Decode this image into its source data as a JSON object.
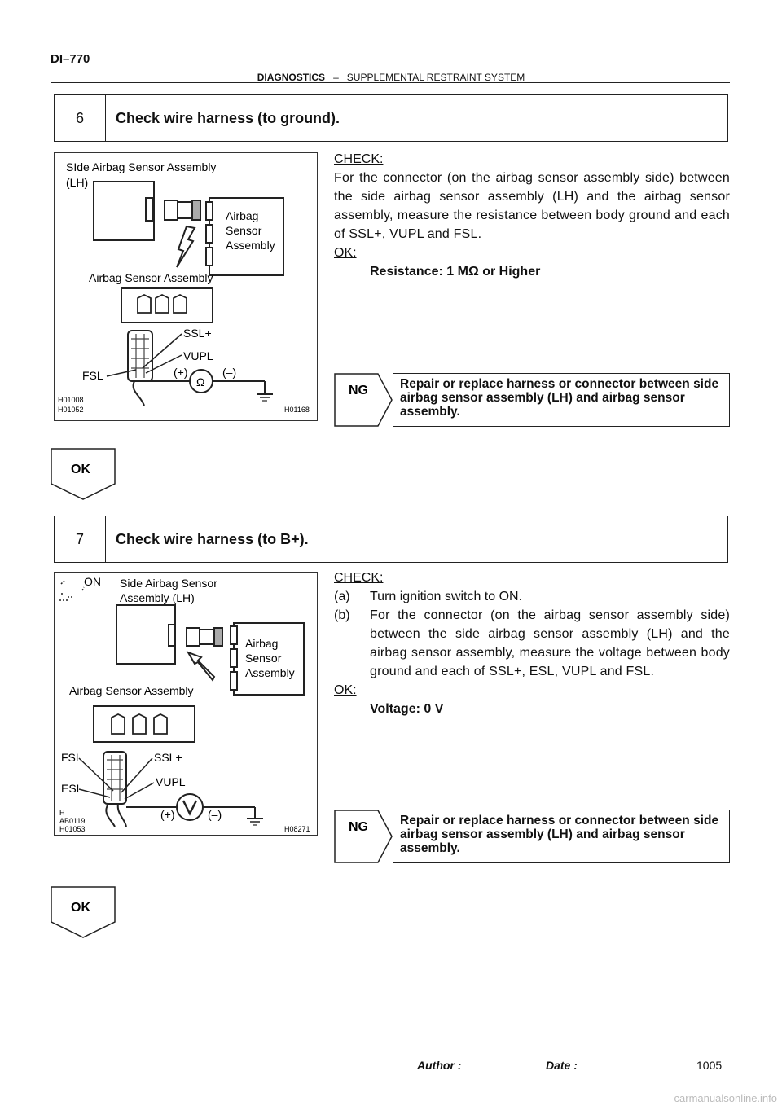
{
  "header": {
    "page_code": "DI–770",
    "section": "DIAGNOSTICS",
    "dash": "–",
    "subsection": "SUPPLEMENTAL RESTRAINT SYSTEM"
  },
  "steps": [
    {
      "number": "6",
      "title": "Check wire harness (to ground).",
      "figure": {
        "title_line1": "SIde Airbag Sensor Assembly",
        "title_line2": "(LH)",
        "airbag_label1": "Airbag",
        "airbag_label2": "Sensor",
        "airbag_label3": "Assembly",
        "connector_label": "Airbag Sensor Assembly",
        "ssl": "SSL+",
        "vupl": "VUPL",
        "fsl": "FSL",
        "plus": "(+)",
        "minus": "(–)",
        "code1": "H01008",
        "code2": "H01052",
        "code3": "H01168"
      },
      "check_label": "CHECK:",
      "check_text": "For the connector (on the airbag sensor assembly side) between the side airbag sensor assembly (LH) and the airbag sensor assembly, measure the resistance between body ground and each of SSL+, VUPL and FSL.",
      "ok_label": "OK:",
      "ok_text": "Resistance: 1 MΩ or Higher",
      "ng_label": "NG",
      "ng_text": "Repair or replace harness or connector between side airbag sensor assembly (LH) and airbag sensor assembly."
    },
    {
      "number": "7",
      "title": "Check wire harness (to B+).",
      "figure": {
        "on_label": "ON",
        "title_line1": "Side Airbag Sensor",
        "title_line2": "Assembly (LH)",
        "airbag_label1": "Airbag",
        "airbag_label2": "Sensor",
        "airbag_label3": "Assembly",
        "connector_label": "Airbag Sensor Assembly",
        "fsl": "FSL",
        "ssl": "SSL+",
        "esl": "ESL",
        "vupl": "VUPL",
        "plus": "(+)",
        "minus": "(–)",
        "code0": "H",
        "code1": "AB0119",
        "code2": "H01053",
        "code3": "H08271"
      },
      "check_label": "CHECK:",
      "items": [
        {
          "label": "(a)",
          "text": "Turn ignition switch to ON."
        },
        {
          "label": "(b)",
          "text": "For the connector (on the airbag sensor assembly side) between the side airbag sensor assembly (LH) and the airbag sensor assembly, measure the voltage between body ground and each of SSL+, ESL, VUPL and FSL."
        }
      ],
      "ok_label": "OK:",
      "ok_text": "Voltage: 0 V",
      "ng_label": "NG",
      "ng_text": "Repair or replace harness or connector between side airbag sensor assembly (LH) and airbag sensor assembly."
    }
  ],
  "ok_markers": [
    "OK",
    "OK"
  ],
  "footer": {
    "author": "Author :",
    "date": "Date :",
    "page": "1005"
  },
  "watermark": "carmanualsonline.info"
}
